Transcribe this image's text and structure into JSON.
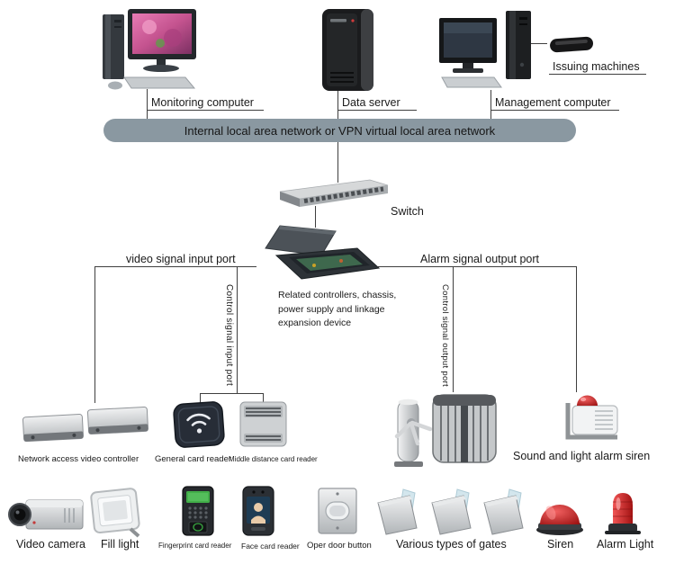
{
  "colors": {
    "bar_bg": "#8a98a1",
    "line": "#3f3f3f",
    "alarm_red": "#c22222"
  },
  "network_bar": {
    "label": "Internal local area network or VPN virtual local area network"
  },
  "top": {
    "monitoring_label": "Monitoring computer",
    "data_server_label": "Data server",
    "management_label": "Management computer",
    "issuing_label": "Issuing machines"
  },
  "switch": {
    "label": "Switch"
  },
  "controller": {
    "caption_line1": "Related controllers, chassis,",
    "caption_line2": "power supply and linkage",
    "caption_line3": "expansion device"
  },
  "ports": {
    "video_input": "video signal input port",
    "alarm_output": "Alarm signal output port",
    "control_input": "Control signal input port",
    "control_output": "Control signal output port"
  },
  "middle_row": {
    "network_video_controller_label": "Network access video controller",
    "general_card_reader_label": "General card reader",
    "middle_distance_reader_label": "Middle distance card reader",
    "sound_light_alarm_label": "Sound and light alarm siren"
  },
  "bottom_row": {
    "video_camera_label": "Video camera",
    "fill_light_label": "Fill light",
    "fingerprint_reader_label": "Fingerprint card reader",
    "face_reader_label": "Face card reader",
    "door_button_label": "Oper door button",
    "gates_label": "Various types of gates",
    "siren_label": "Siren",
    "alarm_light_label": "Alarm Light"
  }
}
